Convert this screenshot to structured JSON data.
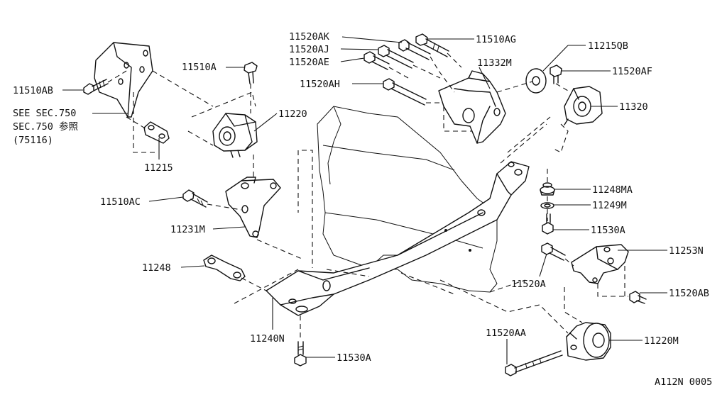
{
  "labels": {
    "p11510ab": "11510AB",
    "see1": "SEE SEC.750",
    "see2": "SEC.750 参照",
    "see3": "(75116)",
    "p11215": "11215",
    "p11510a": "11510A",
    "p11220": "11220",
    "p11510ac": "11510AC",
    "p11231m": "11231M",
    "p11248": "11248",
    "p11240n": "11240N",
    "p11530a_bottom": "11530A",
    "p11520ak": "11520AK",
    "p11520aj": "11520AJ",
    "p11520ae": "11520AE",
    "p11520ah": "11520AH",
    "p11510ag": "11510AG",
    "p11332m": "11332M",
    "p11215qb": "11215QB",
    "p11520af": "11520AF",
    "p11320": "11320",
    "p11248ma": "11248MA",
    "p11249m": "11249M",
    "p11530a_right": "11530A",
    "p11253n": "11253N",
    "p11520a": "11520A",
    "p11520ab": "11520AB",
    "p11520aa": "11520AA",
    "p11220m": "11220M",
    "diagram_code": "A112N 0005"
  }
}
